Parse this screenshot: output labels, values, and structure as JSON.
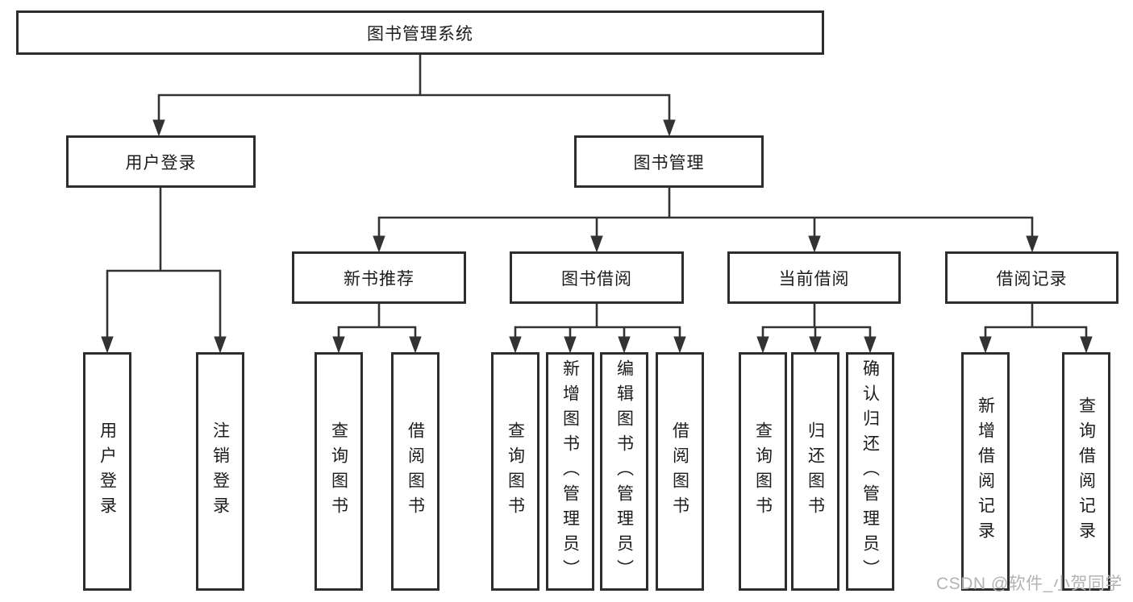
{
  "diagram_title": "图书管理系统",
  "tree": {
    "root": {
      "label": "图书管理系统",
      "children": [
        {
          "label": "用户登录",
          "children": [
            {
              "label": "用户登录"
            },
            {
              "label": "注销登录"
            }
          ]
        },
        {
          "label": "图书管理",
          "children": [
            {
              "label": "新书推荐",
              "children": [
                {
                  "label": "查询图书"
                },
                {
                  "label": "借阅图书"
                }
              ]
            },
            {
              "label": "图书借阅",
              "children": [
                {
                  "label": "查询图书"
                },
                {
                  "label": "新增图书（管理员）"
                },
                {
                  "label": "编辑图书（管理员）"
                },
                {
                  "label": "借阅图书"
                }
              ]
            },
            {
              "label": "当前借阅",
              "children": [
                {
                  "label": "查询图书"
                },
                {
                  "label": "归还图书"
                },
                {
                  "label": "确认归还（管理员）"
                }
              ]
            },
            {
              "label": "借阅记录",
              "children": [
                {
                  "label": "新增借阅记录"
                },
                {
                  "label": "查询借阅记录"
                }
              ]
            }
          ]
        }
      ]
    }
  },
  "watermark": {
    "text": "CSDN @软件_小贺同学"
  },
  "colors": {
    "line": "#333333",
    "box_border": "#2d2d2d",
    "text": "#1c1c1c",
    "watermark": "#b3b3b3",
    "background": "#ffffff"
  }
}
